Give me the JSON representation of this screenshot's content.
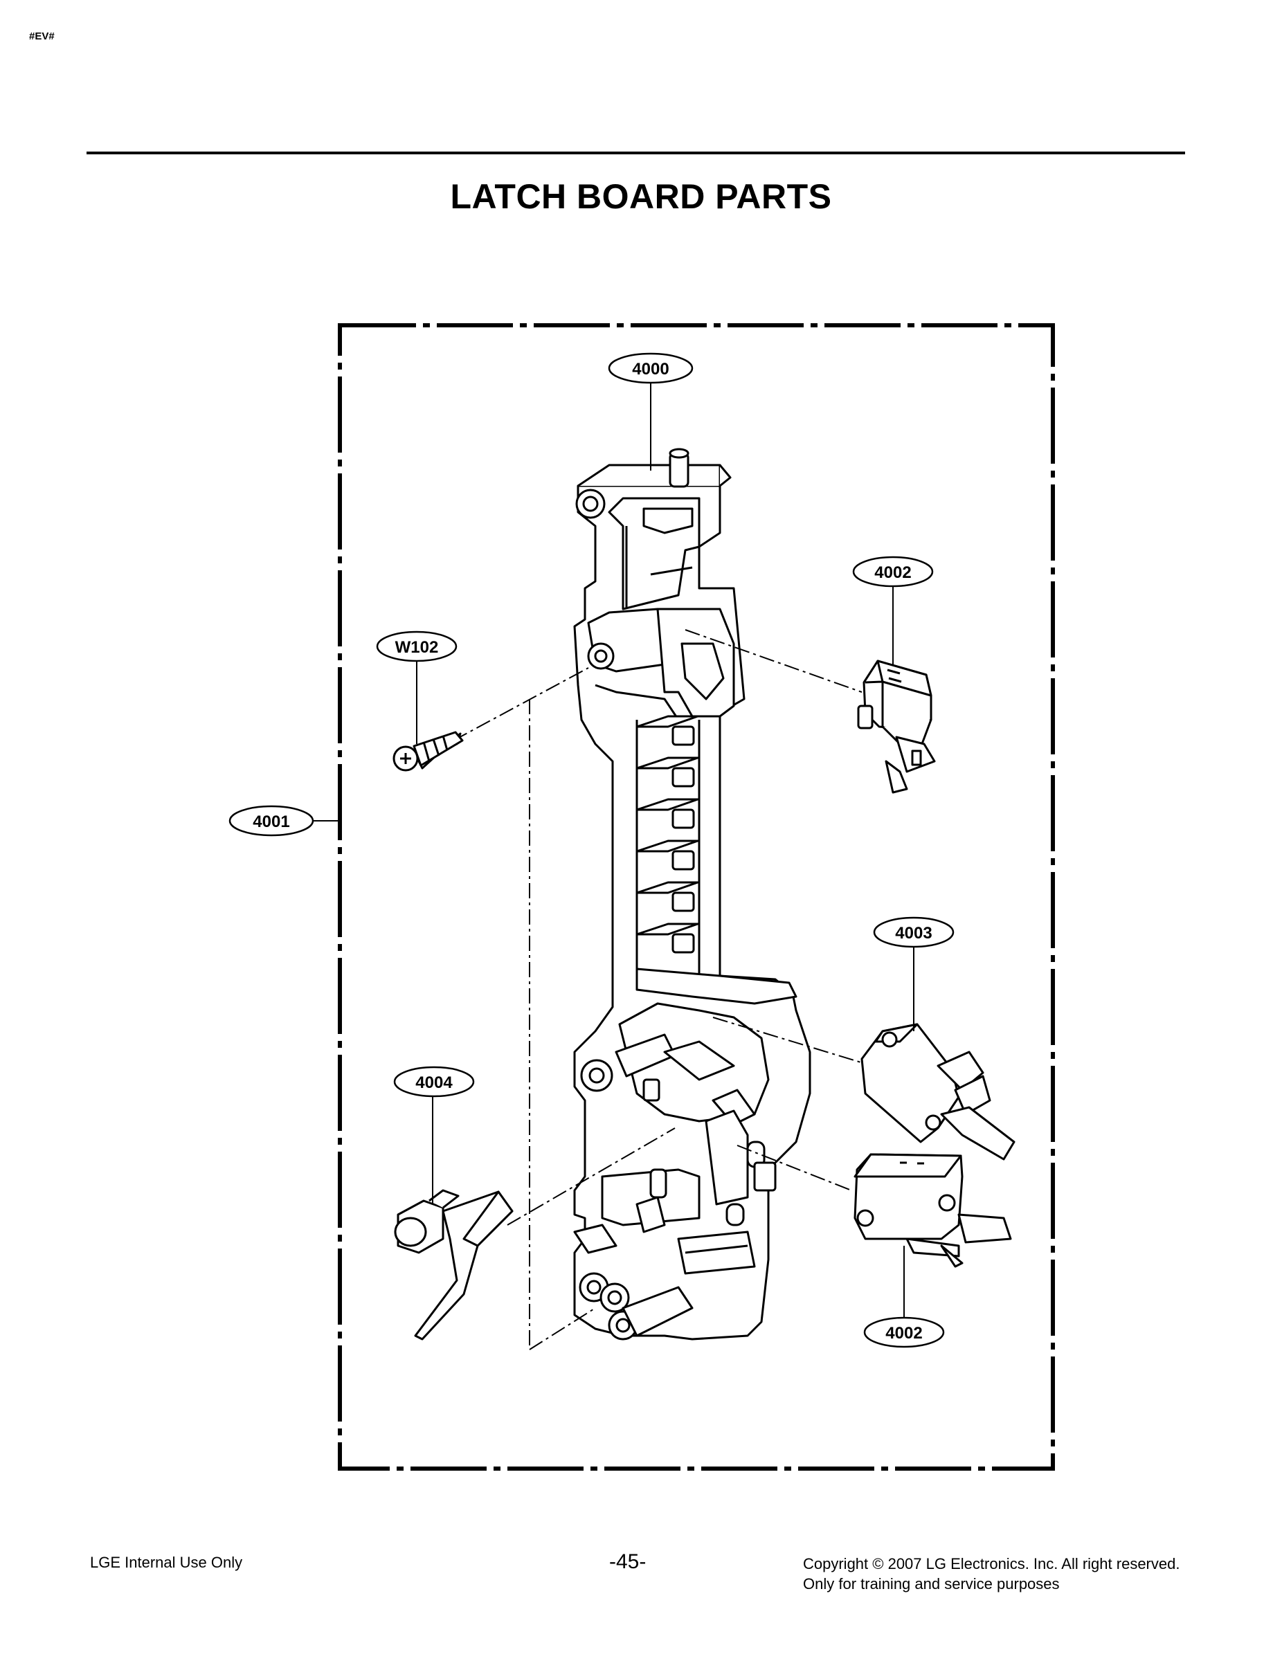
{
  "header": {
    "tag": "#EV#",
    "title": "LATCH BOARD PARTS"
  },
  "callouts": {
    "main_frame": "4000",
    "board_assembly": "4001",
    "switch_top": "4002",
    "switch_middle": "4003",
    "switch_bottom": "4002",
    "lever": "4004",
    "screw": "W102"
  },
  "footer": {
    "left": "LGE Internal Use Only",
    "page": "-45-",
    "copyright": "Copyright © 2007 LG Electronics. Inc. All right reserved.",
    "note": "Only for training and service purposes"
  }
}
